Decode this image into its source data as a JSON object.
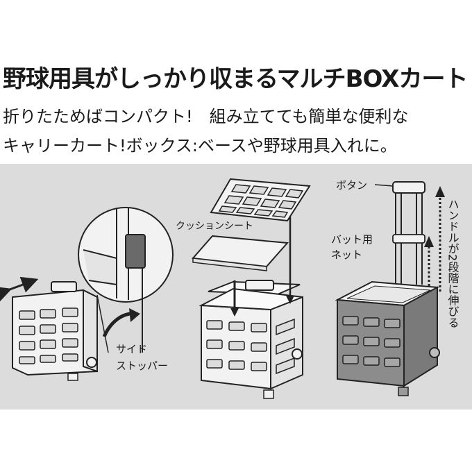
{
  "heading": "野球用具がしっかり収まるマルチBOXカート",
  "description": {
    "line1": "折りたためばコンパクト!　組み立てても簡単な便利な",
    "line2": "キャリーカート!ボックス:ベースや野球用具入れに。"
  },
  "labels": {
    "side_stopper_1": "サイド",
    "side_stopper_2": "ストッパー",
    "cushion_sheet": "クッションシート",
    "button": "ボタン",
    "bat_net_1": "バット用",
    "bat_net_2": "ネット",
    "handle_extend": "ハンドルが2段階に伸びる"
  },
  "colors": {
    "panel": "#dcdcdc",
    "cart_light": "#f2f2f2",
    "cart_dark": "#8c8c8c",
    "line": "#222222"
  }
}
